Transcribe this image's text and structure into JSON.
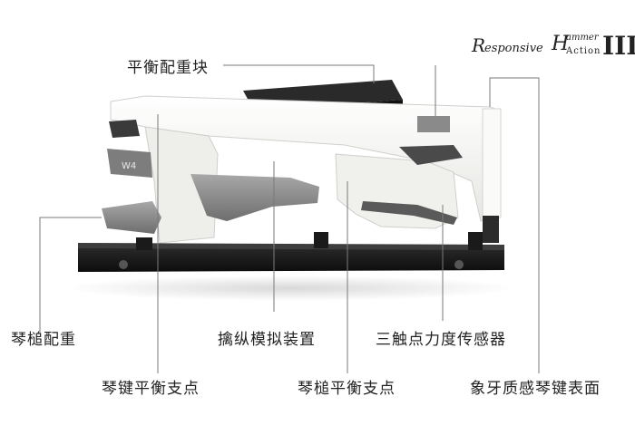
{
  "logo": {
    "initial_r": "R",
    "responsive_rest": "esponsive",
    "initial_h": "H",
    "hammer_rest": "ammer",
    "action": "Action",
    "roman_numeral": "III"
  },
  "labels": {
    "counterweight_block": "平衡配重块",
    "hammer_counterweight": "琴槌配重",
    "escapement_simulator": "擒纵模拟装置",
    "triple_sensor": "三触点力度传感器",
    "key_fulcrum": "琴键平衡支点",
    "hammer_fulcrum": "琴槌平衡支点",
    "ivory_surface": "象牙质感琴键表面"
  },
  "mechanism_marks": {
    "weight_label": "W4"
  },
  "colors": {
    "leader_line": "#7a7a7a",
    "base_rail": "#1b1b1b",
    "key_body": "#f3f3f0",
    "hammer_gray": "#8e8e8e",
    "weight_dark": "#3a3a3a"
  }
}
